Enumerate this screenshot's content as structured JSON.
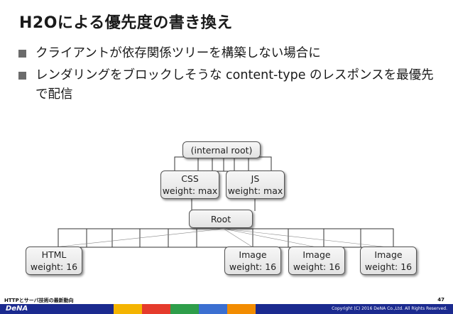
{
  "slide": {
    "title": "H2Oによる優先度の書き換え",
    "bullets": [
      "クライアントが依存関係ツリーを構築しない場合に",
      "レンダリングをブロックしそうな content-type のレスポンスを最優先で配信"
    ]
  },
  "diagram": {
    "nodes": {
      "internal_root": {
        "label": "(internal root)"
      },
      "css": {
        "label": "CSS",
        "weight": "weight: max"
      },
      "js": {
        "label": "JS",
        "weight": "weight: max"
      },
      "root": {
        "label": "Root"
      },
      "html": {
        "label": "HTML",
        "weight": "weight: 16"
      },
      "image1": {
        "label": "Image",
        "weight": "weight: 16"
      },
      "image2": {
        "label": "Image",
        "weight": "weight: 16"
      },
      "image3": {
        "label": "Image",
        "weight": "weight: 16"
      }
    }
  },
  "footer": {
    "text": "HTTPとサーバ技術の最新動向",
    "page_number": "47",
    "logo": "DeNA",
    "copyright": "Copyright (C) 2016 DeNA Co.,Ltd. All Rights Reserved.",
    "colors": [
      "#1b2a8f",
      "#f4b400",
      "#e53b2c",
      "#2e9e4a",
      "#3b6fd1",
      "#f28c00",
      "#1b2a8f"
    ]
  }
}
